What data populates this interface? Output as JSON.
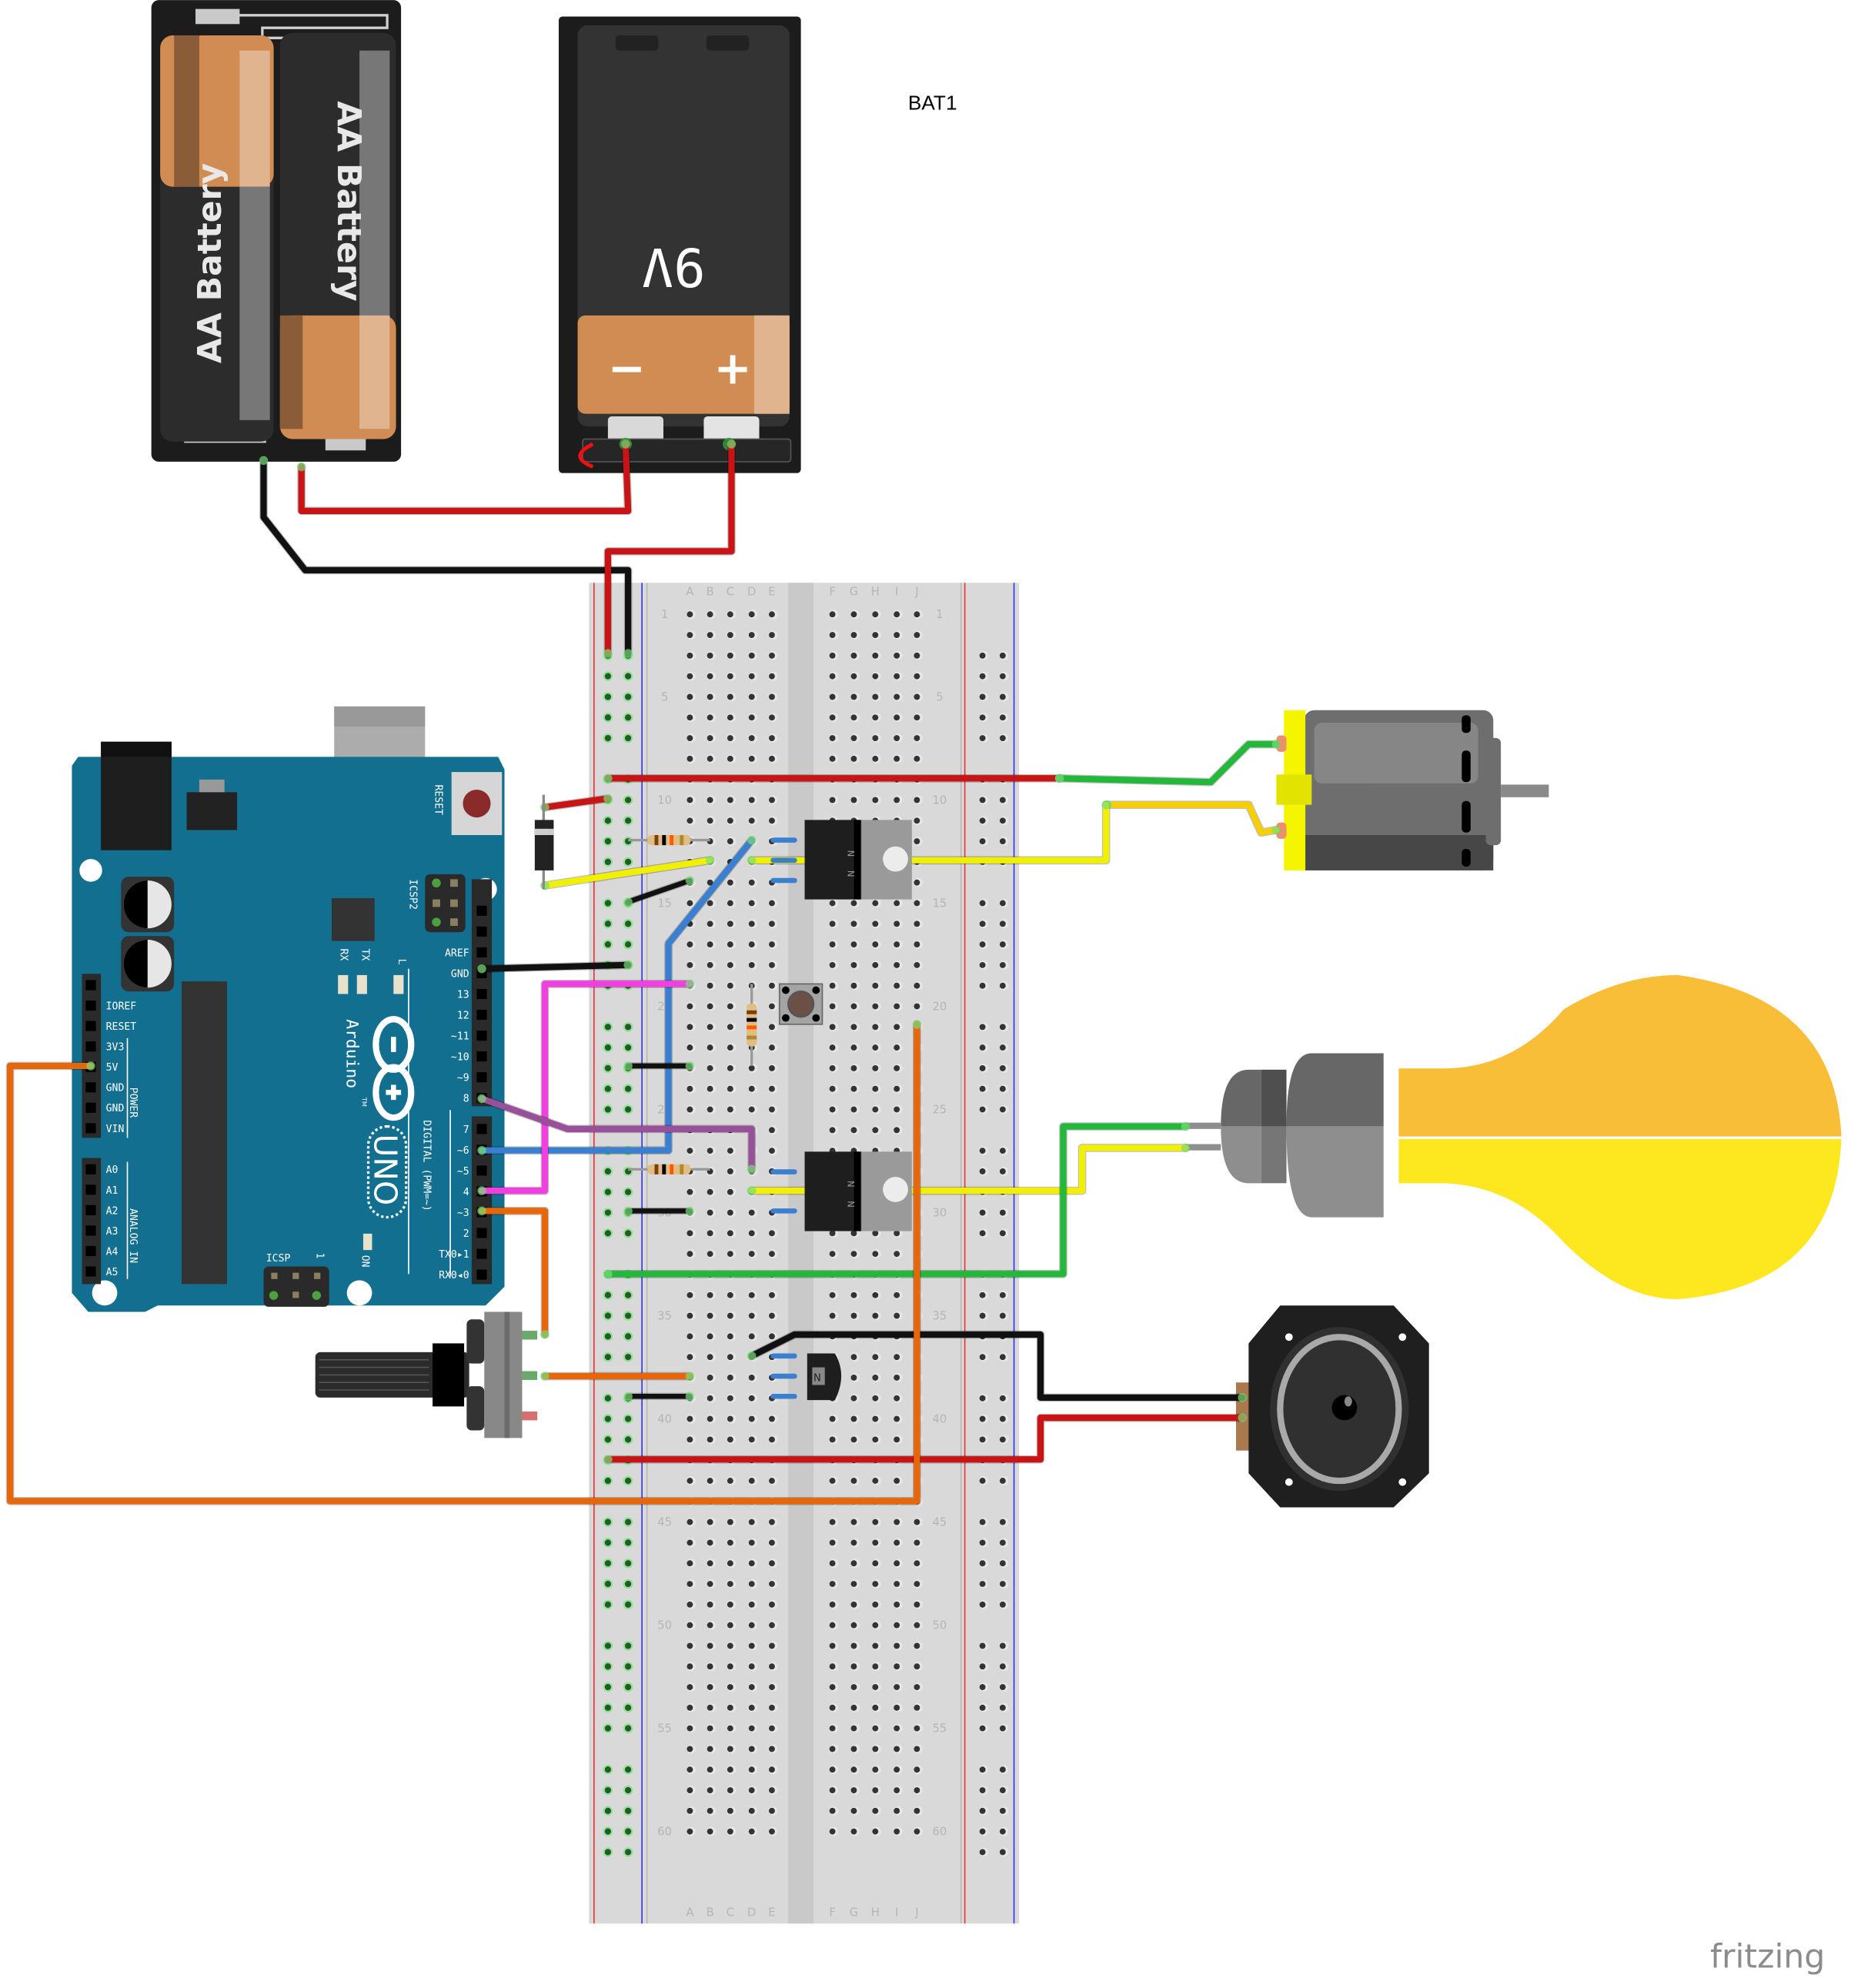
{
  "title": "Fritzing breadboard view",
  "component_label": "BAT1",
  "logo": "fritzing",
  "batteries": {
    "aa_holder": {
      "cell_label": "AA Battery",
      "cells": 2
    },
    "nine_volt": {
      "label": "9V",
      "minus": "−",
      "plus": "+"
    }
  },
  "breadboard": {
    "columns_left": [
      "A",
      "B",
      "C",
      "D",
      "E"
    ],
    "columns_right": [
      "F",
      "G",
      "H",
      "I",
      "J"
    ],
    "rows": 60,
    "row_labels": [
      "1",
      "5",
      "10",
      "15",
      "20",
      "25",
      "30",
      "35",
      "40",
      "45",
      "50",
      "55",
      "60"
    ]
  },
  "arduino": {
    "brand": "Arduino",
    "model": "UNO",
    "trademark": "TM",
    "reset_label": "RESET",
    "icsp2_label": "ICSP2",
    "icsp_label": "ICSP",
    "icsp_pin1": "1",
    "led_labels": [
      "RX",
      "TX",
      "L"
    ],
    "on_label": "ON",
    "power_header_title": "POWER",
    "analog_header_title": "ANALOG IN",
    "digital_header_title": "DIGITAL (PWM=~)",
    "power_pins": [
      "",
      "IOREF",
      "RESET",
      "3V3",
      "5V",
      "GND",
      "GND",
      "VIN"
    ],
    "analog_pins": [
      "A0",
      "A1",
      "A2",
      "A3",
      "A4",
      "A5"
    ],
    "digital_top_pins": [
      "",
      "",
      "AREF",
      "GND",
      "13",
      "12",
      "~11",
      "~10",
      "~9",
      "8"
    ],
    "digital_bottom_pins": [
      "7",
      "~6",
      "~5",
      "4",
      "~3",
      "2",
      "TX0▸1",
      "RX0◂0"
    ]
  },
  "components": {
    "motor": "DC Motor",
    "lamp": "Incandescent Lamp",
    "speaker": "Speaker",
    "potentiometer": "Rotary Potentiometer",
    "transistors": [
      "N",
      "N"
    ],
    "small_transistor": "N",
    "diode": "Diode",
    "pushbutton": "Pushbutton",
    "resistors": 3
  },
  "colors": {
    "arduino_board": "#136f8f",
    "breadboard": "#d9d9d9",
    "wire_red": "#c81414",
    "wire_black": "#111111",
    "wire_yellow": "#f0f000",
    "wire_green": "#22b83a",
    "wire_blue": "#3a7fd0",
    "wire_magenta": "#f040e0",
    "wire_purple": "#9a4f9a",
    "wire_orange": "#e8660a",
    "battery_copper": "#d08c52",
    "lamp_top": "#f9be38",
    "lamp_bottom": "#fde71e"
  }
}
